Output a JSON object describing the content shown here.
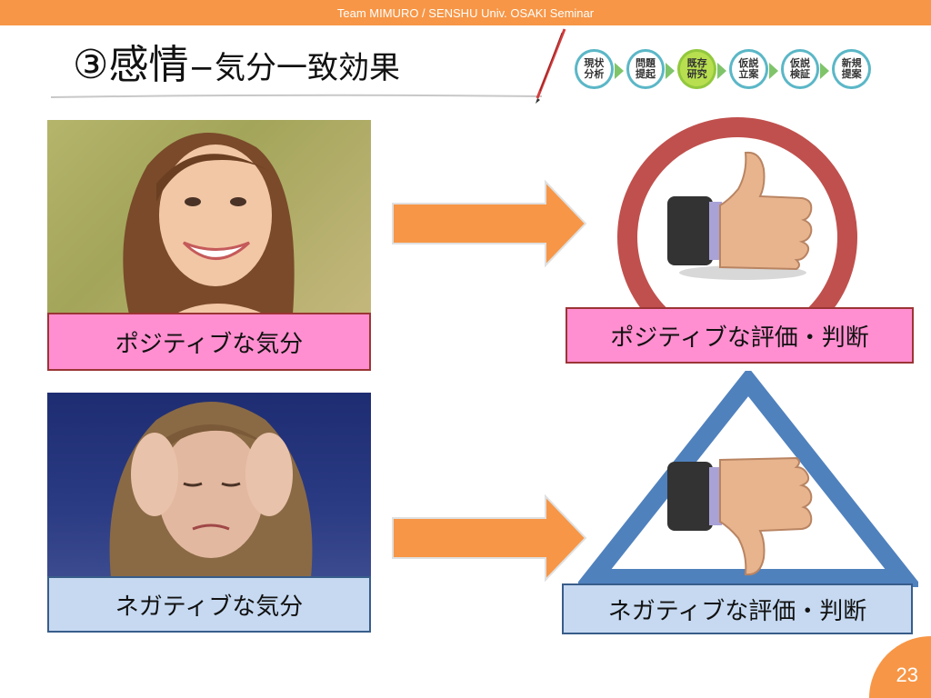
{
  "header": {
    "text": "Team MIMURO / SENSHU Univ.  OSAKI Seminar"
  },
  "title": {
    "number": "③",
    "main": "感情",
    "sub": "−気分一致効果"
  },
  "steps": [
    {
      "label": "現状分析",
      "active": false
    },
    {
      "label": "問題提起",
      "active": false
    },
    {
      "label": "既存研究",
      "active": true
    },
    {
      "label": "仮説立案",
      "active": false
    },
    {
      "label": "仮説検証",
      "active": false
    },
    {
      "label": "新規提案",
      "active": false
    }
  ],
  "labels": {
    "positive_mood": "ポジティブな気分",
    "negative_mood": "ネガティブな気分",
    "positive_eval": "ポジティブな評価・判断",
    "negative_eval": "ネガティブな評価・判断"
  },
  "page_number": "23",
  "colors": {
    "accent": "#f79646",
    "positive": "#ff8fd0",
    "negative": "#c6d9f1",
    "circle": "#c0504d",
    "triangle": "#4f81bd"
  },
  "icons": {
    "pencil": "pencil-icon",
    "thumb_up": "thumbs-up-icon",
    "thumb_down": "thumbs-down-icon",
    "circle": "circle-mark-icon",
    "triangle": "triangle-mark-icon"
  }
}
